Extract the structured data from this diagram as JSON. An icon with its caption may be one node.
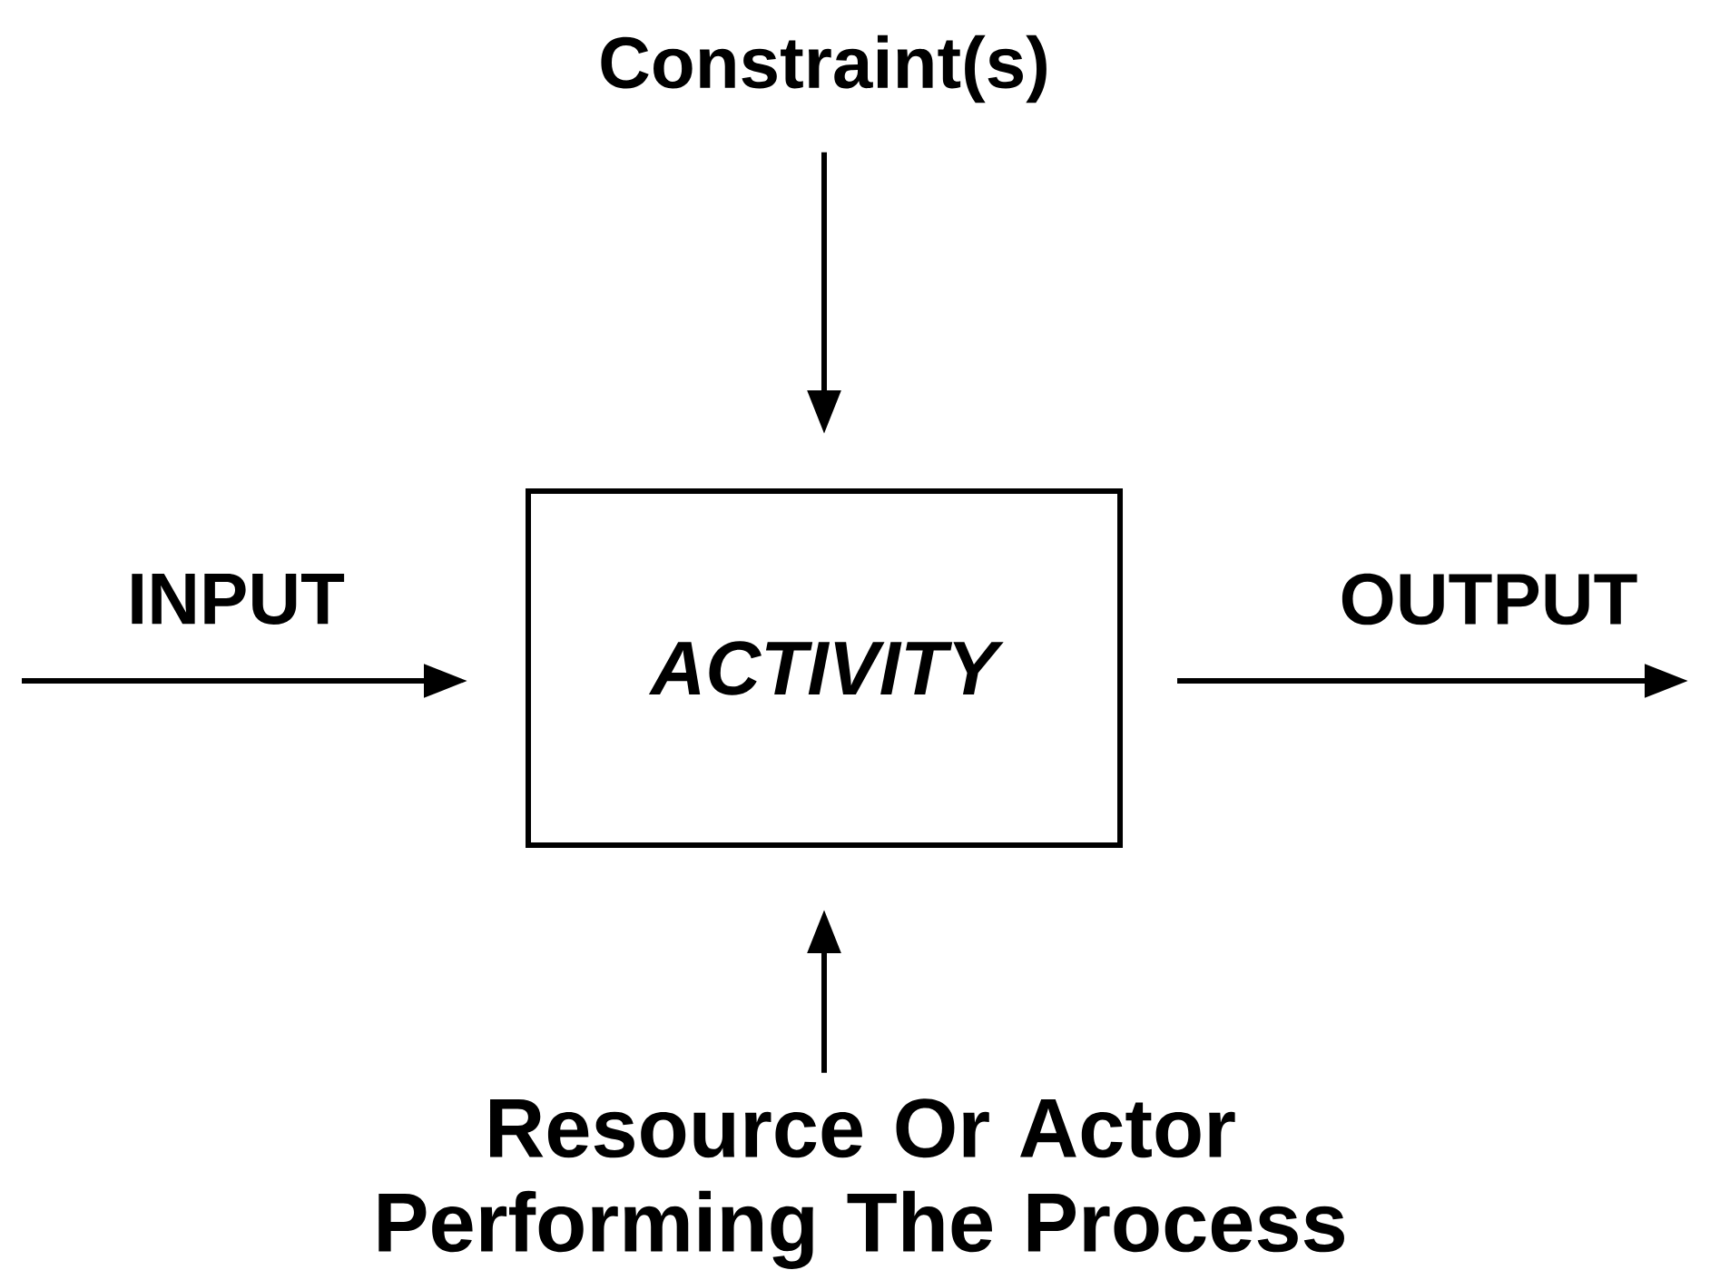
{
  "diagram": {
    "nodes": [
      {
        "text": [
          "ACTIVITY"
        ]
      },
      {
        "text": [
          "Constraint(s)"
        ]
      },
      {
        "text": [
          "Resource Or Actor Performing The Process"
        ]
      }
    ],
    "edges": [
      {
        "from": 1,
        "to": 0,
        "arrow": "to"
      },
      {
        "from": 2,
        "to": 0,
        "arrow": "to"
      },
      {
        "from": null,
        "to": 0,
        "arrow": "to",
        "label": "INPUT"
      },
      {
        "from": 0,
        "to": null,
        "arrow": "to",
        "label": "OUTPUT"
      }
    ]
  }
}
